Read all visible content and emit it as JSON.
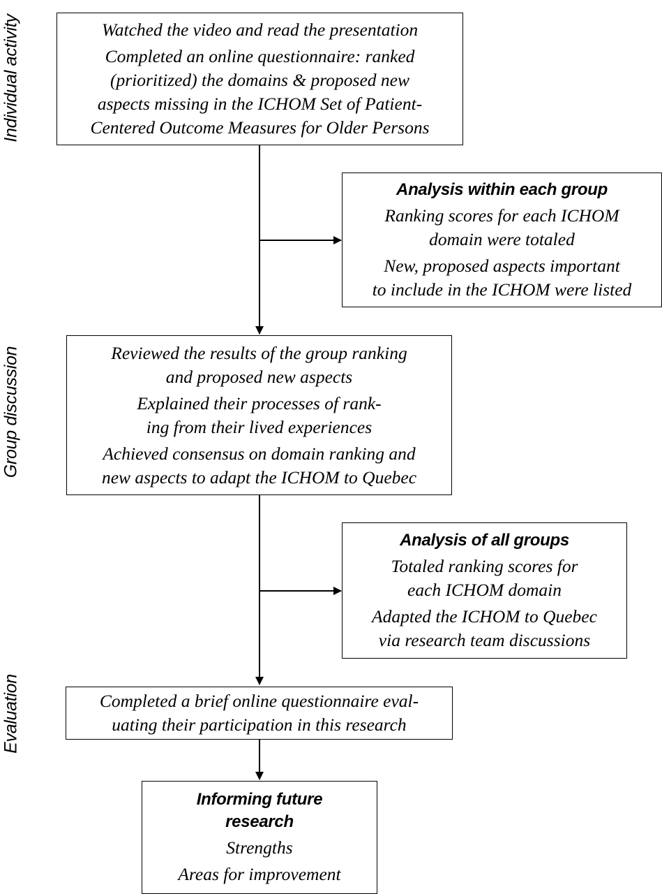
{
  "phases": {
    "individual_activity": "Individual activity",
    "group_discussion": "Group discussion",
    "evaluation": "Evaluation"
  },
  "boxes": {
    "individual_task": {
      "paragraphs": [
        "Watched the video and read the presentation",
        "Completed an online questionnaire: ranked\n(prioritized) the domains & proposed new\naspects missing in the ICHOM Set of Patient-\nCentered Outcome Measures for Older Persons"
      ]
    },
    "analysis_within_group": {
      "heading": "Analysis within each group",
      "paragraphs": [
        "Ranking scores for each ICHOM\ndomain were totaled",
        "New, proposed aspects important\nto include in the ICHOM were listed"
      ]
    },
    "group_discussion_task": {
      "paragraphs": [
        "Reviewed the results of the group ranking\nand proposed new aspects",
        "Explained their processes of rank-\ning from their lived experiences",
        "Achieved consensus on domain ranking and\nnew aspects to adapt the ICHOM to Quebec"
      ]
    },
    "analysis_all_groups": {
      "heading": "Analysis of all groups",
      "paragraphs": [
        "Totaled ranking scores for\neach ICHOM domain",
        "Adapted the ICHOM to Quebec\nvia research team discussions"
      ]
    },
    "evaluation_task": {
      "paragraphs": [
        "Completed a brief online questionnaire eval-\nuating their participation in this research"
      ]
    },
    "future_research": {
      "heading": "Informing future\nresearch",
      "paragraphs": [
        "Strengths",
        "Areas for improvement"
      ]
    }
  }
}
